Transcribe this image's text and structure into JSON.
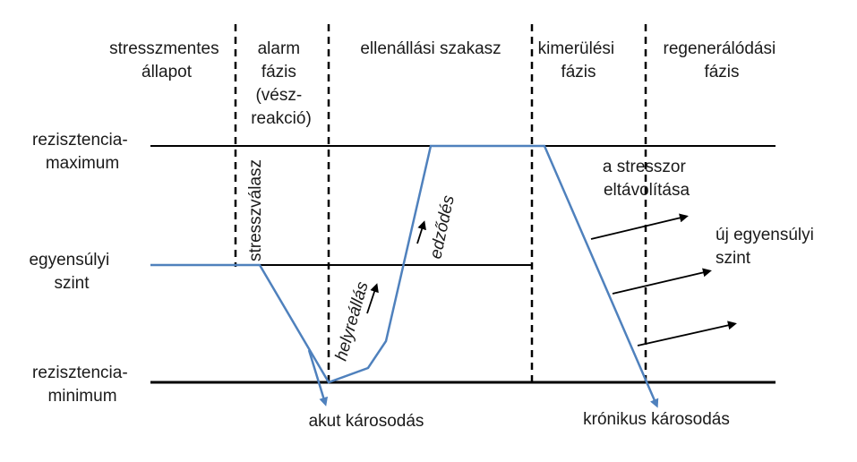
{
  "phases": {
    "stress_free": [
      "stresszmentes",
      "állapot"
    ],
    "alarm": [
      "alarm",
      "fázis",
      "(vész-",
      "reakció)"
    ],
    "resistance": [
      "ellenállási szakasz"
    ],
    "exhaustion": [
      "kimerülési",
      "fázis"
    ],
    "regeneration": [
      "regenerálódási",
      "fázis"
    ]
  },
  "levels": {
    "max": [
      "rezisztencia-",
      "maximum"
    ],
    "equilibrium": [
      "egyensúlyi",
      "szint"
    ],
    "min": [
      "rezisztencia-",
      "minimum"
    ]
  },
  "annotations": {
    "stress_response": "stresszválasz",
    "recovery": "helyreállás",
    "hardening": "edződés",
    "stressor_removal": [
      "a stresszor",
      "eltávolítása"
    ],
    "new_equilibrium": [
      "új egyensúlyi",
      "szint"
    ],
    "acute_damage": "akut károsodás",
    "chronic_damage": "krónikus károsodás"
  },
  "colors": {
    "curve": "#4f81bd",
    "lines": "#000000",
    "text": "#1a1a1a"
  }
}
